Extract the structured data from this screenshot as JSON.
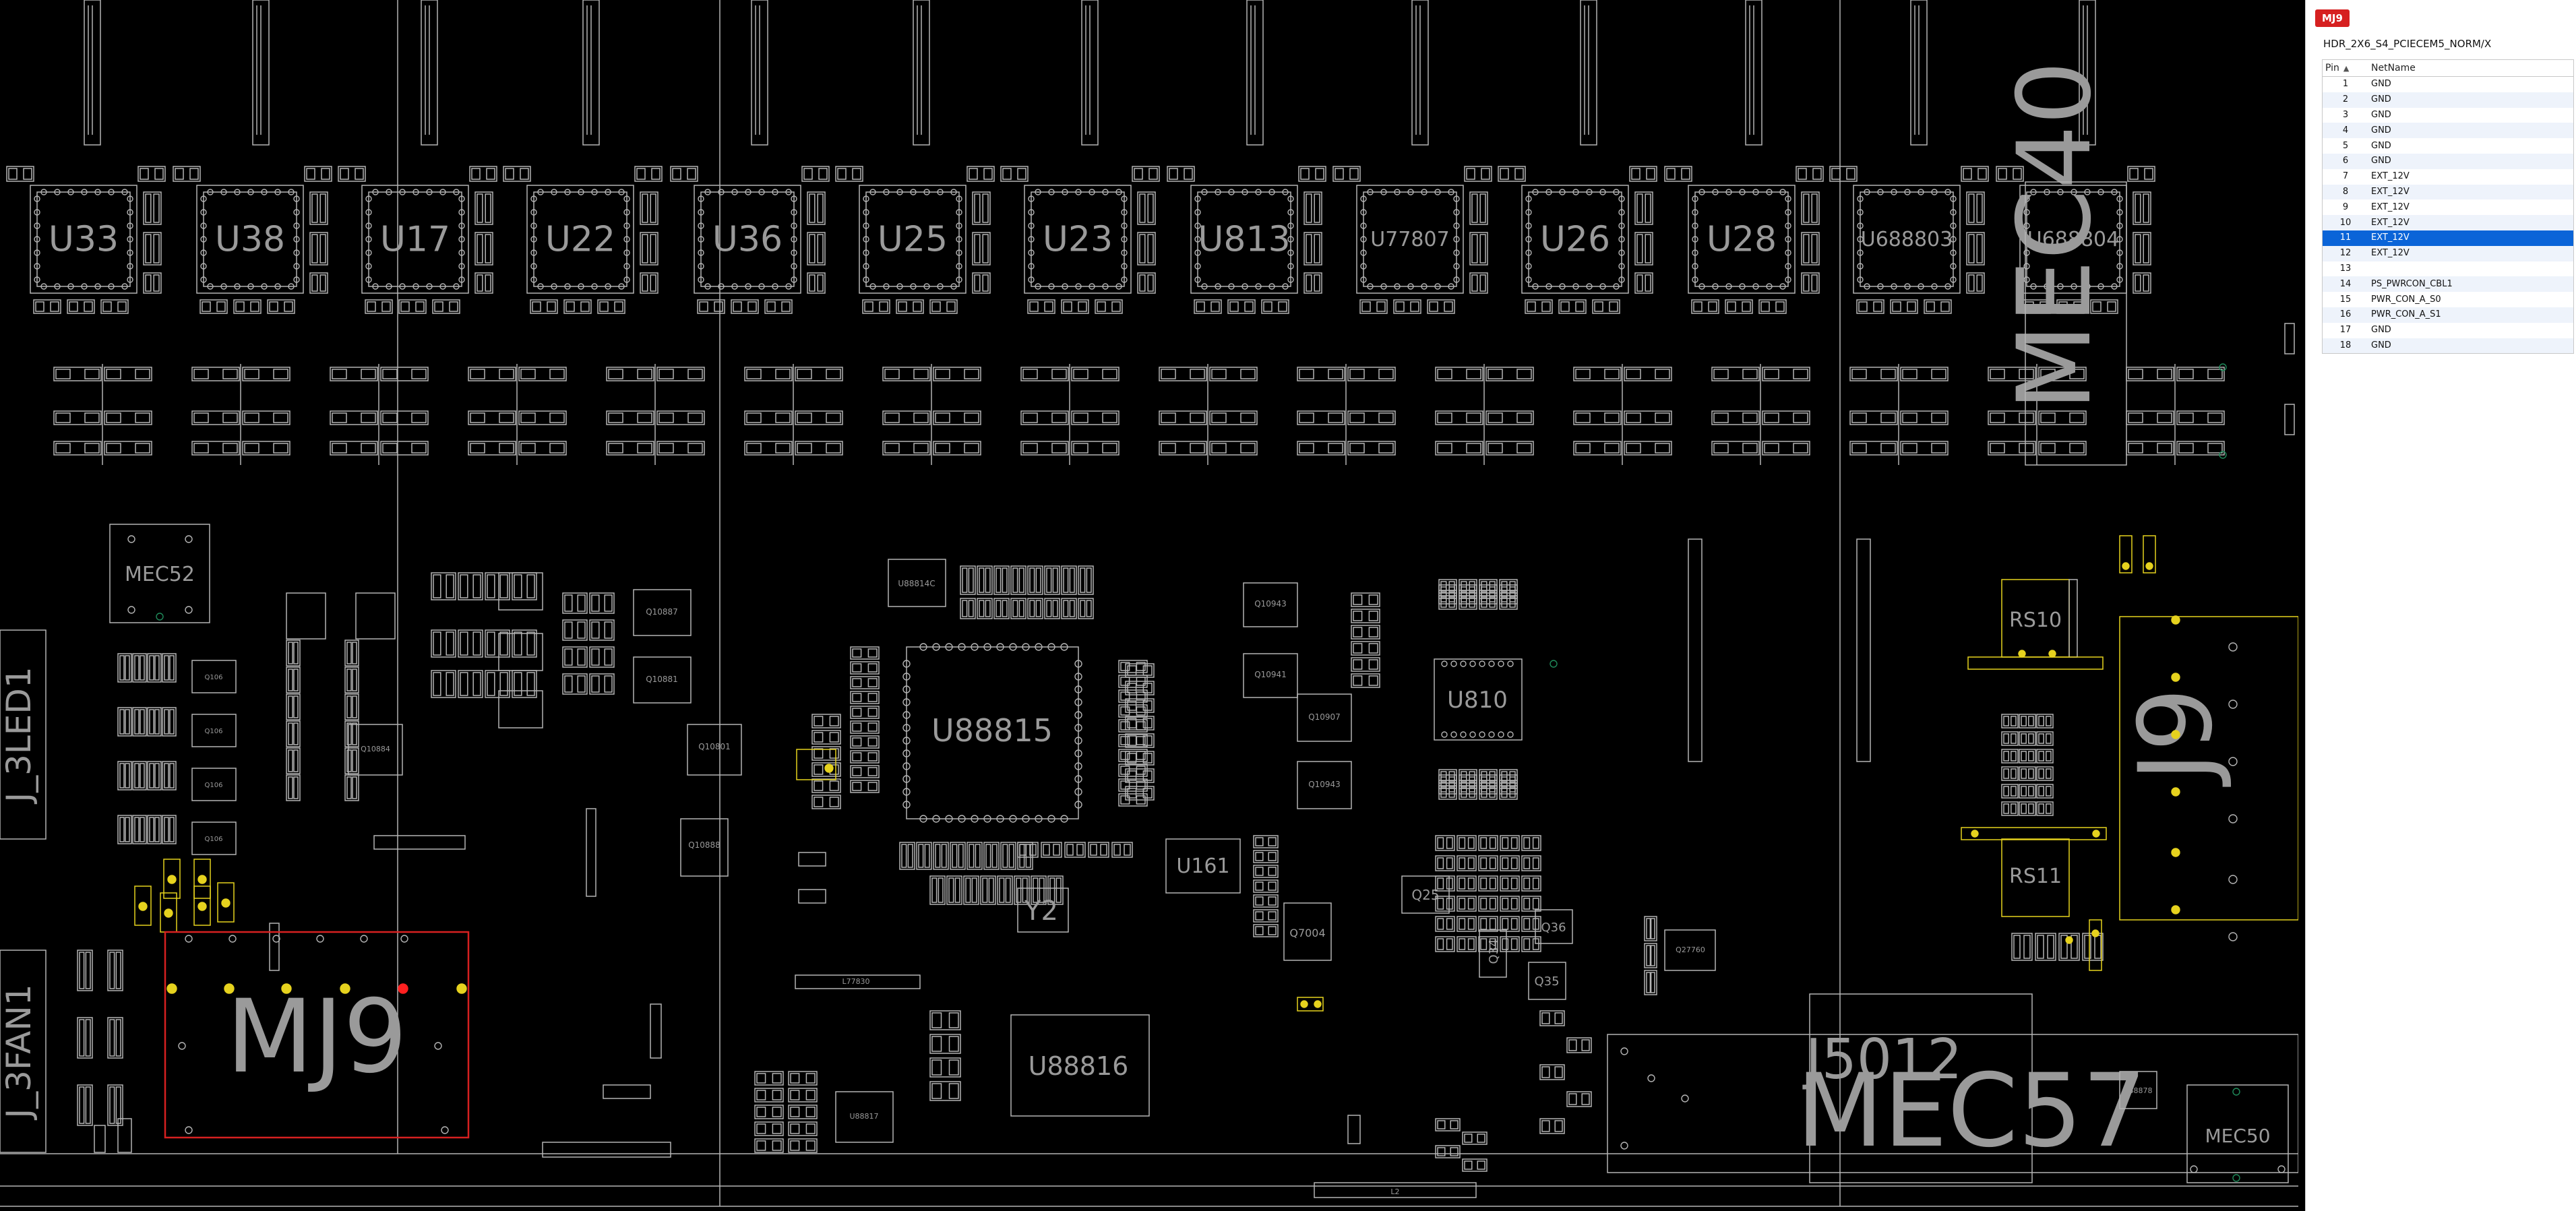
{
  "board": {
    "chip_row": [
      "U33",
      "U38",
      "U17",
      "U22",
      "U36",
      "U25",
      "U23",
      "U813",
      "U77807",
      "U26",
      "U28",
      "U688803",
      "U688804"
    ],
    "big_labels": {
      "mec40": "MEC40",
      "mj9": "MJ9",
      "j9": "J9",
      "mec57": "MEC57",
      "j5012": "J5012",
      "mec50": "MEC50",
      "mec52": "MEC52",
      "u88815": "U88815",
      "u88816": "U88816",
      "u810": "U810",
      "y2": "Y2",
      "u161": "U161",
      "rs10": "RS10",
      "rs11": "RS11",
      "j3led1": "J_3LED1",
      "j3fan1": "J_3FAN1",
      "q7004": "Q7004",
      "q25": "Q25",
      "q34": "Q34",
      "q35": "Q35",
      "q36": "Q36"
    },
    "colors": {
      "outline": "#b4b4b4",
      "label": "#9a9a9a",
      "highlight_pin": "#e6d21e",
      "selected_component": "#d62020",
      "pad_green": "#1f8a5a"
    }
  },
  "panel": {
    "component": "MJ9",
    "footprint": "HDR_2X6_S4_PCIECEM5_NORM/X",
    "columns": {
      "pin": "Pin",
      "net": "NetName"
    },
    "sort_icon": "sort-ascending-icon",
    "rows": [
      {
        "pin": "1",
        "net": "GND"
      },
      {
        "pin": "2",
        "net": "GND"
      },
      {
        "pin": "3",
        "net": "GND"
      },
      {
        "pin": "4",
        "net": "GND"
      },
      {
        "pin": "5",
        "net": "GND"
      },
      {
        "pin": "6",
        "net": "GND"
      },
      {
        "pin": "7",
        "net": "EXT_12V"
      },
      {
        "pin": "8",
        "net": "EXT_12V"
      },
      {
        "pin": "9",
        "net": "EXT_12V"
      },
      {
        "pin": "10",
        "net": "EXT_12V"
      },
      {
        "pin": "11",
        "net": "EXT_12V"
      },
      {
        "pin": "12",
        "net": "EXT_12V"
      },
      {
        "pin": "13",
        "net": ""
      },
      {
        "pin": "14",
        "net": "PS_PWRCON_CBL1"
      },
      {
        "pin": "15",
        "net": "PWR_CON_A_S0"
      },
      {
        "pin": "16",
        "net": "PWR_CON_A_S1"
      },
      {
        "pin": "17",
        "net": "GND"
      },
      {
        "pin": "18",
        "net": "GND"
      }
    ],
    "selected_pin": "11"
  }
}
